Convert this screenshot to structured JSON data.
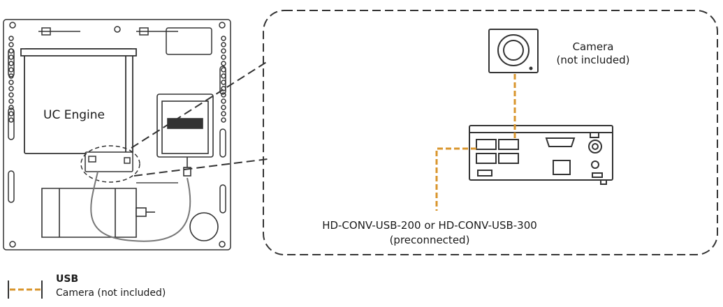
{
  "labels": {
    "uc_engine": "UC Engine",
    "camera_line1": "Camera",
    "camera_line2": "(not included)",
    "converter_line1": "HD-CONV-USB-200 or HD-CONV-USB-300",
    "converter_line2": "(preconnected)"
  },
  "legend": {
    "title": "USB",
    "subtitle": "Camera (not included)"
  },
  "colors": {
    "line": "#333333",
    "usb": "#d9952c",
    "background": "#ffffff"
  }
}
